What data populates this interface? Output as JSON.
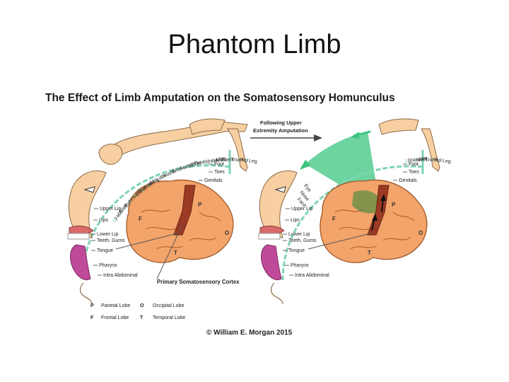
{
  "slide": {
    "title": "Phantom Limb"
  },
  "figure": {
    "title": "The Effect of Limb Amputation on the Somatosensory Homunculus",
    "arrow_label_line1": "Following Upper",
    "arrow_label_line2": "Extremity Amputation",
    "cortex_label": "Primary Somatosensory Cortex",
    "credit": "© William E. Morgan 2015",
    "colors": {
      "brain": "#f2a46a",
      "cortex_dark": "#9c3a24",
      "arc": "#7fd3b4",
      "wedge": "#3cc47f",
      "skin": "#f7cfa0",
      "pharynx": "#c04a9a"
    }
  },
  "left_labels": {
    "radial": [
      "Leg",
      "Hip",
      "Trunk",
      "Neck",
      "Head",
      "Shoulder",
      "Arm",
      "Elbow",
      "Forearm",
      "Wrist",
      "Hand",
      "Little",
      "Ring",
      "Middle",
      "Index",
      "Thumb",
      "Eye",
      "Nose",
      "Face"
    ],
    "side": [
      "Foot",
      "Toes",
      "Genitals"
    ],
    "face": [
      "Upper Lip",
      "Lips",
      "Lower Lip",
      "Teeth, Gums",
      "Tongue",
      "Pharynx",
      "Intra Abdominal"
    ]
  },
  "right_labels": {
    "radial": [
      "Leg",
      "Hip",
      "Trunk",
      "Neck",
      "Shoulder",
      "Eye",
      "Nose",
      "Face"
    ],
    "side": [
      "Foot",
      "Toes",
      "Genitals"
    ],
    "face": [
      "Upper Lip",
      "Lips",
      "Lower Lip",
      "Teeth, Gums",
      "Tongue",
      "Pharynx",
      "Intra Abdominal"
    ]
  },
  "lobe_letters": {
    "parietal": "P",
    "frontal": "F",
    "occipital": "O",
    "temporal": "T"
  },
  "legend": [
    {
      "letter": "P",
      "name": "Parietal Lobe"
    },
    {
      "letter": "O",
      "name": "Occipital Lobe"
    },
    {
      "letter": "F",
      "name": "Frontal Lobe"
    },
    {
      "letter": "T",
      "name": "Temporal Lobe"
    }
  ]
}
